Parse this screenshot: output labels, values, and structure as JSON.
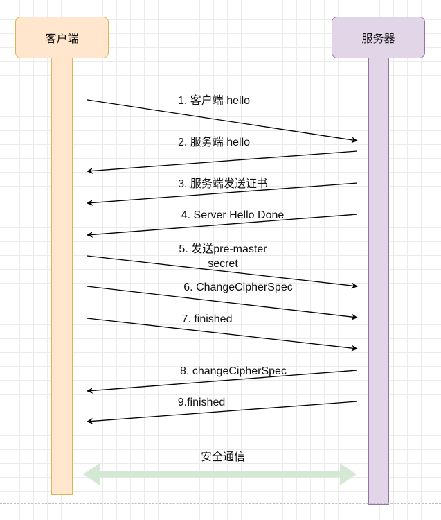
{
  "participants": {
    "client": "客户端",
    "server": "服务器"
  },
  "messages": [
    {
      "label": "1. 客户端 hello",
      "from": "client",
      "to": "server"
    },
    {
      "label": "2. 服务端 hello",
      "from": "server",
      "to": "client"
    },
    {
      "label": "3. 服务端发送证书",
      "from": "server",
      "to": "client"
    },
    {
      "label": "4. Server Hello Done",
      "from": "server",
      "to": "client"
    },
    {
      "label": "5. 发送pre-master\nsecret",
      "from": "client",
      "to": "server"
    },
    {
      "label": "6. ChangeCipherSpec",
      "from": "client",
      "to": "server"
    },
    {
      "label": "7. finished",
      "from": "client",
      "to": "server"
    },
    {
      "label": "8. changeCipherSpec",
      "from": "server",
      "to": "client"
    },
    {
      "label": "9.finished",
      "from": "server",
      "to": "client"
    }
  ],
  "secure_channel": {
    "label": "安全通信",
    "color": "#d5e8d4"
  },
  "colors": {
    "client_fill": "#ffe6cc",
    "client_stroke": "#d6b656",
    "server_fill": "#e1d5e7",
    "server_stroke": "#9673a6"
  }
}
